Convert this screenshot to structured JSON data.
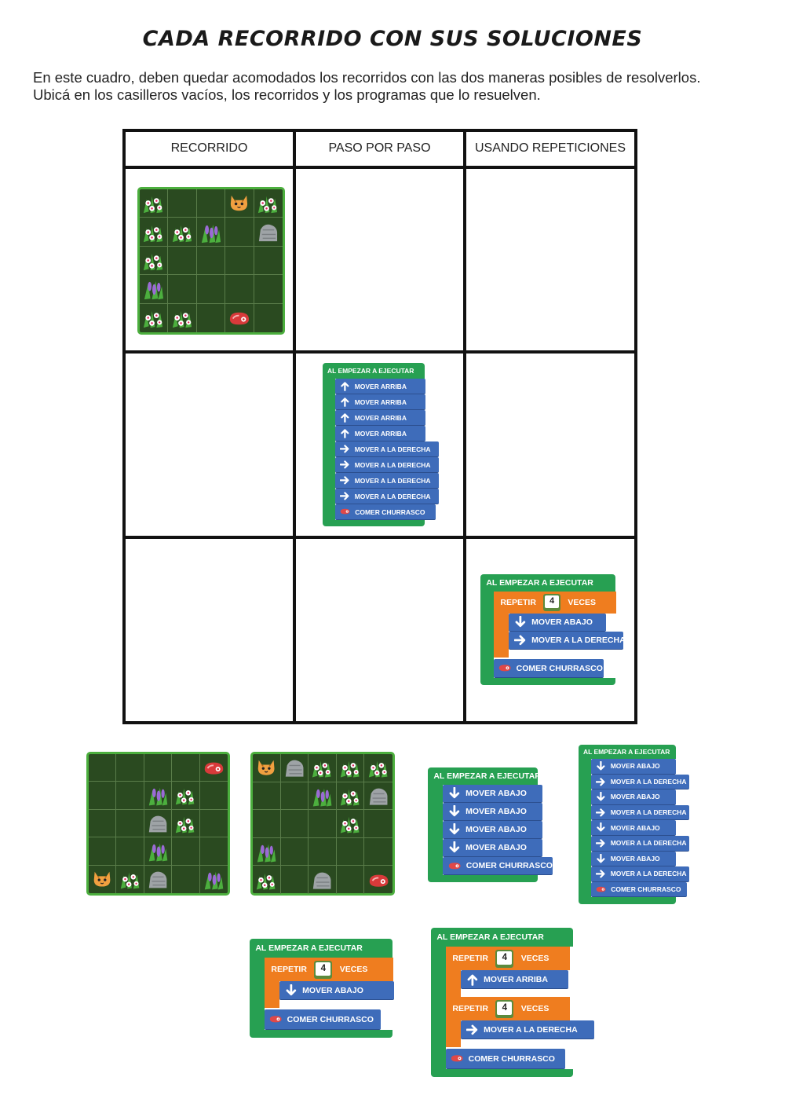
{
  "title": "CADA RECORRIDO CON SUS SOLUCIONES",
  "instructions": [
    "En este cuadro, deben quedar acomodados los recorridos con las dos maneras posibles de resolverlos.",
    "Ubicá en los casilleros vacíos, los recorridos y los programas que lo resuelven."
  ],
  "table": {
    "headers": [
      "RECORRIDO",
      "PASO POR PASO",
      "USANDO REPETICIONES"
    ]
  },
  "labels": {
    "start": "AL EMPEZAR A EJECUTAR",
    "repeat": "REPETIR",
    "times": "VECES",
    "up": "MOVER ARRIBA",
    "down": "MOVER ABAJO",
    "right": "MOVER A LA DERECHA",
    "eat": "COMER CHURRASCO",
    "count": "4"
  },
  "boards": [
    {
      "name": "board-in-table",
      "cells": [
        "flower",
        "",
        "",
        "cat",
        "flower",
        "flower",
        "flower",
        "lavender",
        "",
        "rock",
        "flower",
        "",
        "",
        "",
        "",
        "lavender",
        "",
        "",
        "",
        "",
        "flower",
        "flower",
        "",
        "steak",
        ""
      ]
    },
    {
      "name": "board-loose-1",
      "cells": [
        "",
        "",
        "",
        "",
        "steak",
        "",
        "",
        "lavender",
        "flower",
        "",
        "",
        "",
        "rock",
        "flower",
        "",
        "",
        "",
        "lavender",
        "",
        "",
        "cat",
        "flower",
        "rock",
        "",
        "lavender"
      ]
    },
    {
      "name": "board-loose-2",
      "cells": [
        "cat",
        "rock",
        "flower",
        "flower",
        "flower",
        "",
        "",
        "lavender",
        "flower",
        "rock",
        "",
        "",
        "",
        "flower",
        "",
        "lavender",
        "",
        "",
        "",
        "",
        "flower",
        "",
        "rock",
        "",
        "steak"
      ]
    }
  ],
  "colors": {
    "event": "#27a052",
    "action": "#3e6cba",
    "repeat": "#ef7d1f",
    "board": "#2a4a20",
    "board_border": "#4caf3e"
  },
  "icons": [
    "arrow-up-icon",
    "arrow-down-icon",
    "arrow-right-icon",
    "steak-icon",
    "cat-icon",
    "rock-icon",
    "flower-bush-icon",
    "lavender-icon",
    "counter-cart-icon"
  ]
}
